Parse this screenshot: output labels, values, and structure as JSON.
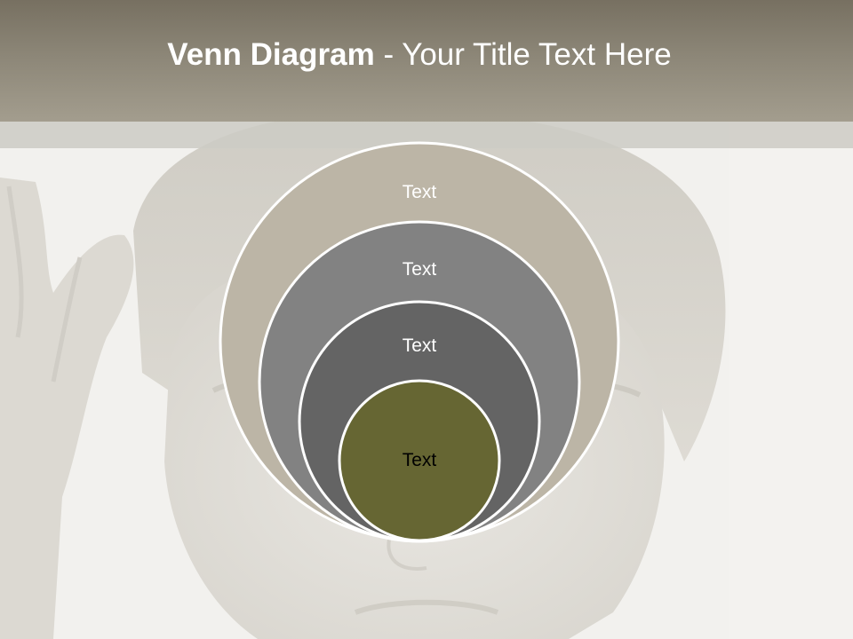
{
  "slide": {
    "title_bold": "Venn Diagram",
    "title_rest": " - Your Title Text Here"
  },
  "diagram": {
    "type": "nested-circles",
    "circles": [
      {
        "label": "Text",
        "fill": "#bcb5a6",
        "text_color": "#ffffff"
      },
      {
        "label": "Text",
        "fill": "#828282",
        "text_color": "#ffffff"
      },
      {
        "label": "Text",
        "fill": "#646464",
        "text_color": "#ffffff"
      },
      {
        "label": "Text",
        "fill": "#666633",
        "text_color": "#000000"
      }
    ]
  },
  "colors": {
    "title_band": "#8c8677",
    "circle_outline": "#ffffff"
  }
}
